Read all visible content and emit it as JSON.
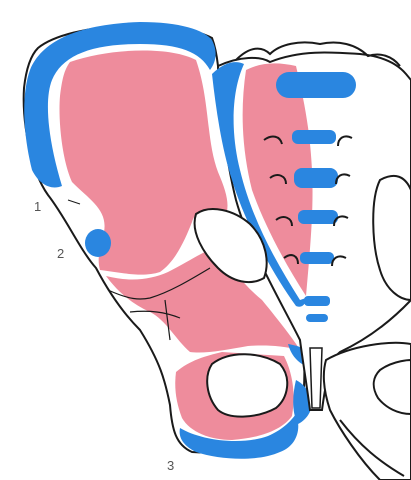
{
  "colors": {
    "bone_outline": "#1a1a1a",
    "cartilage": "#2a86e0",
    "muscle_attachment": "#ee8c9c",
    "background": "#ffffff"
  },
  "markers": [
    {
      "label": "1"
    },
    {
      "label": "2"
    },
    {
      "label": "3"
    }
  ]
}
